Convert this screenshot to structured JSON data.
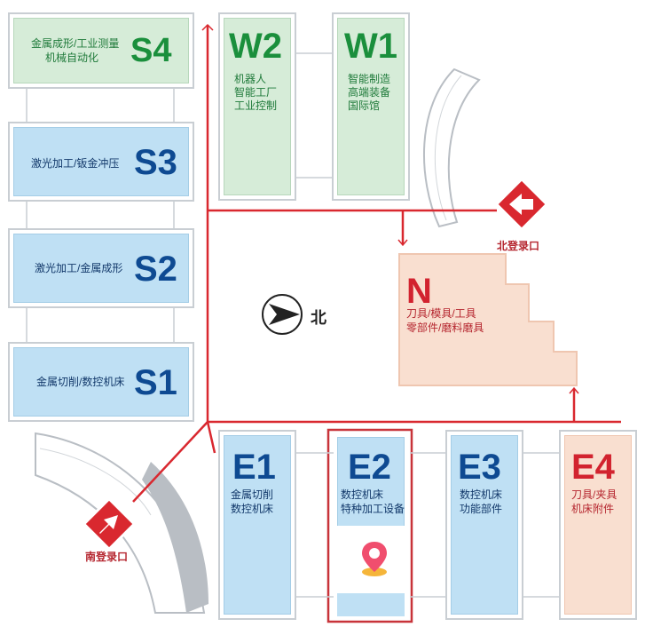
{
  "halls": {
    "s4": {
      "code": "S4",
      "line1": "金属成形/工业测量",
      "line2": "机械自动化"
    },
    "s3": {
      "code": "S3",
      "line1": "激光加工/钣金冲压"
    },
    "s2": {
      "code": "S2",
      "line1": "激光加工/金属成形"
    },
    "s1": {
      "code": "S1",
      "line1": "金属切削/数控机床"
    },
    "w2": {
      "code": "W2",
      "line1": "机器人",
      "line2": "智能工厂",
      "line3": "工业控制"
    },
    "w1": {
      "code": "W1",
      "line1": "智能制造",
      "line2": "高端装备",
      "line3": "国际馆"
    },
    "n": {
      "code": "N",
      "line1": "刀具/模具/工具",
      "line2": "零部件/磨料磨具"
    },
    "e1": {
      "code": "E1",
      "line1": "金属切削",
      "line2": "数控机床"
    },
    "e2": {
      "code": "E2",
      "line1": "数控机床",
      "line2": "特种加工设备"
    },
    "e3": {
      "code": "E3",
      "line1": "数控机床",
      "line2": "功能部件"
    },
    "e4": {
      "code": "E4",
      "line1": "刀具/夹具",
      "line2": "机床附件"
    }
  },
  "compass": {
    "label": "北"
  },
  "entrances": {
    "north": {
      "label": "北登录口"
    },
    "south": {
      "label": "南登录口"
    }
  },
  "colors": {
    "route": "#d9282f",
    "highlight": "#c8343a"
  },
  "icons": {
    "location": "location-pin-icon",
    "compass": "compass-arrow-icon"
  }
}
